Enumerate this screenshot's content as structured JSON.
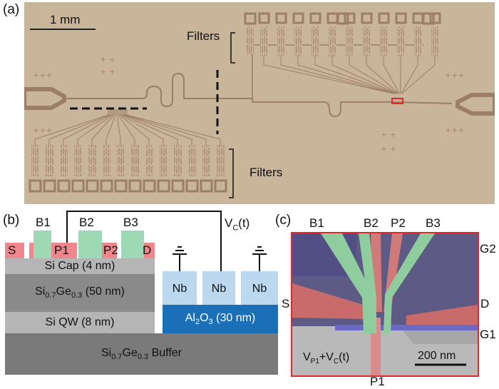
{
  "panel_a": {
    "label": "(a)",
    "scale_bar": "1 mm",
    "filters_top": "Filters",
    "filters_bottom": "Filters"
  },
  "panel_b": {
    "label": "(b)",
    "gates": {
      "S": "S",
      "P1": "P1",
      "P2": "P2",
      "D": "D",
      "B1": "B1",
      "B2": "B2",
      "B3": "B3"
    },
    "vc": "V",
    "vc_sub": "C",
    "vc_tail": "(t)",
    "layers": {
      "cap": "Si Cap (4 nm)",
      "sige_pre": "Si",
      "sige_sub1": "0.7",
      "sige_mid": "Ge",
      "sige_sub2": "0.3",
      "sige_post": " (50 nm)",
      "qw": "Si QW (8 nm)",
      "buf_pre": "Si",
      "buf_sub1": "0.7",
      "buf_mid": "Ge",
      "buf_sub2": "0.3",
      "buf_post": " Buffer",
      "al_pre": "Al",
      "al_sub1": "2",
      "al_mid": "O",
      "al_sub2": "3",
      "al_post": " (30 nm)",
      "nb": [
        "Nb",
        "Nb",
        "Nb"
      ]
    }
  },
  "panel_c": {
    "label": "(c)",
    "top": [
      "B1",
      "B2",
      "P2",
      "B3"
    ],
    "right": [
      "G2",
      "D",
      "G1"
    ],
    "left": "S",
    "bottom": "P1",
    "vp_pre": "V",
    "vp_sub": "P1",
    "vp_post": "+V",
    "vp_sub2": "C",
    "vp_tail": "(t)",
    "scale_bar": "200 nm"
  },
  "colors": {
    "optical_bg": "#c9b59a",
    "bondpad": "#9c7e68",
    "gate_red": "#f0878c",
    "gate_green": "#9ed9b5",
    "nb_blue": "#bcd8ef",
    "al2o3_blue": "#1a6fb6",
    "sem_border": "#e0292f"
  }
}
